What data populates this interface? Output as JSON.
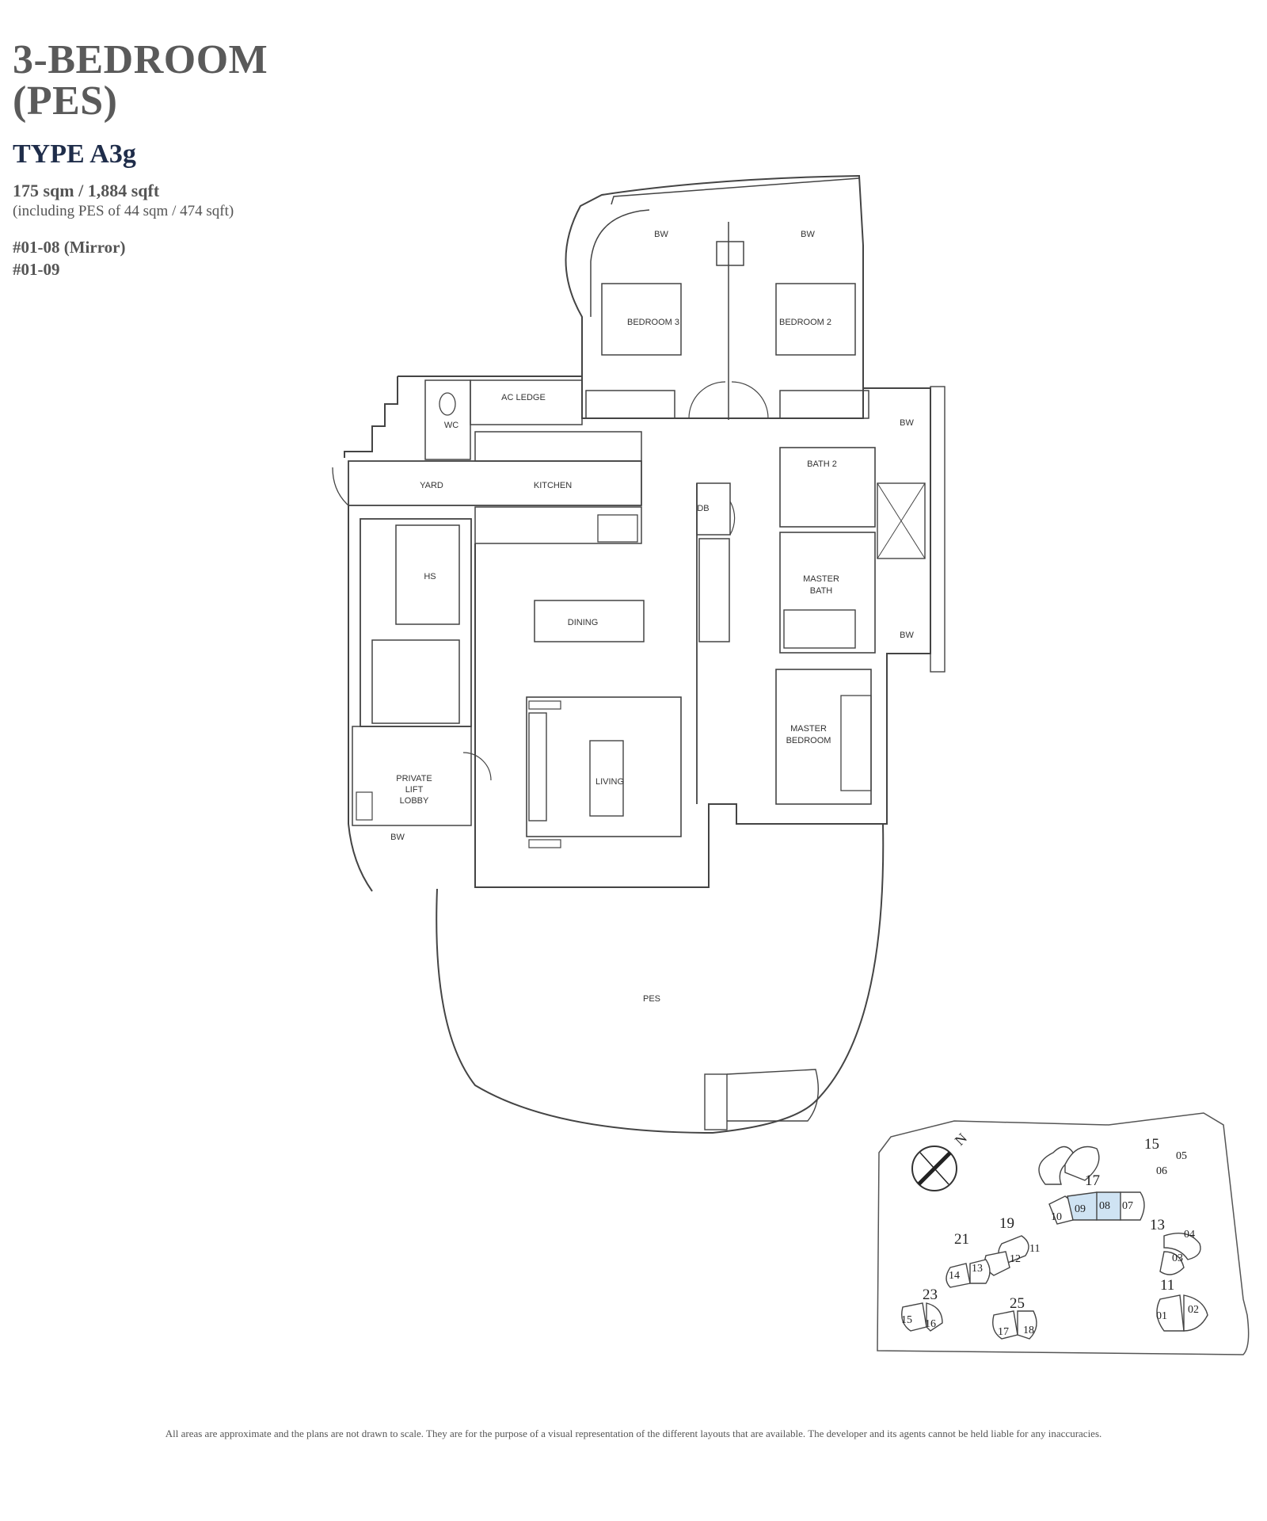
{
  "header": {
    "unit_type_line1": "3-BEDROOM",
    "unit_type_line2": "(PES)",
    "type_code": "TYPE A3g",
    "area": "175 sqm / 1,884 sqft",
    "area_note": "(including PES of 44 sqm / 474 sqft)",
    "units": [
      "#01-08 (Mirror)",
      "#01-09"
    ]
  },
  "rooms": {
    "bw_top_left": "BW",
    "bw_top_right": "BW",
    "bedroom3": "BEDROOM 3",
    "bedroom2": "BEDROOM 2",
    "ac_ledge": "AC LEDGE",
    "wc": "WC",
    "yard": "YARD",
    "kitchen": "KITCHEN",
    "bw_right_upper": "BW",
    "bath2": "BATH 2",
    "db": "DB",
    "hs": "HS",
    "dining": "DINING",
    "master_bath_l1": "MASTER",
    "master_bath_l2": "BATH",
    "bw_right_lower": "BW",
    "master_bedroom_l1": "MASTER",
    "master_bedroom_l2": "BEDROOM",
    "living": "LIVING",
    "private_lift_lobby_l1": "PRIVATE",
    "private_lift_lobby_l2": "LIFT",
    "private_lift_lobby_l3": "LOBBY",
    "bw_lobby": "BW",
    "pes": "PES"
  },
  "site_plan": {
    "compass_label": "N",
    "block_numbers": [
      "15",
      "17",
      "19",
      "21",
      "13",
      "23",
      "25",
      "11"
    ],
    "unit_numbers": [
      "05",
      "06",
      "10",
      "09",
      "08",
      "07",
      "11",
      "12",
      "14",
      "13",
      "04",
      "03",
      "15",
      "16",
      "17",
      "18",
      "01",
      "02"
    ],
    "highlighted_units": [
      "09",
      "08"
    ],
    "highlight_color": "#cfe3f3"
  },
  "disclaimer": "All areas are approximate and the plans are not drawn to scale. They are for the purpose of a visual representation of the different layouts that are available. The developer and its agents cannot be held liable for any inaccuracies."
}
